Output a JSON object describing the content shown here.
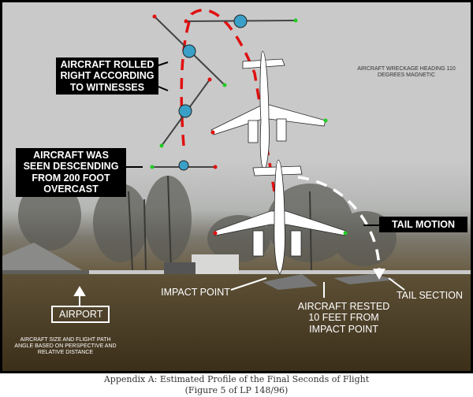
{
  "labels": {
    "rolled_right": "AIRCRAFT ROLLED RIGHT ACCORDING TO WITNESSES",
    "seen_descending": "AIRCRAFT WAS SEEN DESCENDING FROM 200 FOOT OVERCAST",
    "wreckage_heading": "AIRCRAFT WRECKAGE HEADING 110 DEGREES MAGNETIC",
    "tail_motion": "TAIL MOTION",
    "impact_point": "IMPACT POINT",
    "rested": "AIRCRAFT RESTED 10 FEET FROM IMPACT POINT",
    "tail_section": "TAIL SECTION",
    "airport": "AIRPORT",
    "note": "AIRCRAFT SIZE AND FLIGHT PATH ANGLE BASED ON PERSPECTIVE AND RELATIVE DISTANCE"
  },
  "caption": {
    "line1": "Appendix A: Estimated Profile of the Final Seconds of Flight",
    "line2": "(Figure 5 of LP 148/96)"
  },
  "colors": {
    "flight_path": "#e01010",
    "sky": "#c9c9c9",
    "ground": "#4a3a22",
    "label_bg": "#000000"
  }
}
